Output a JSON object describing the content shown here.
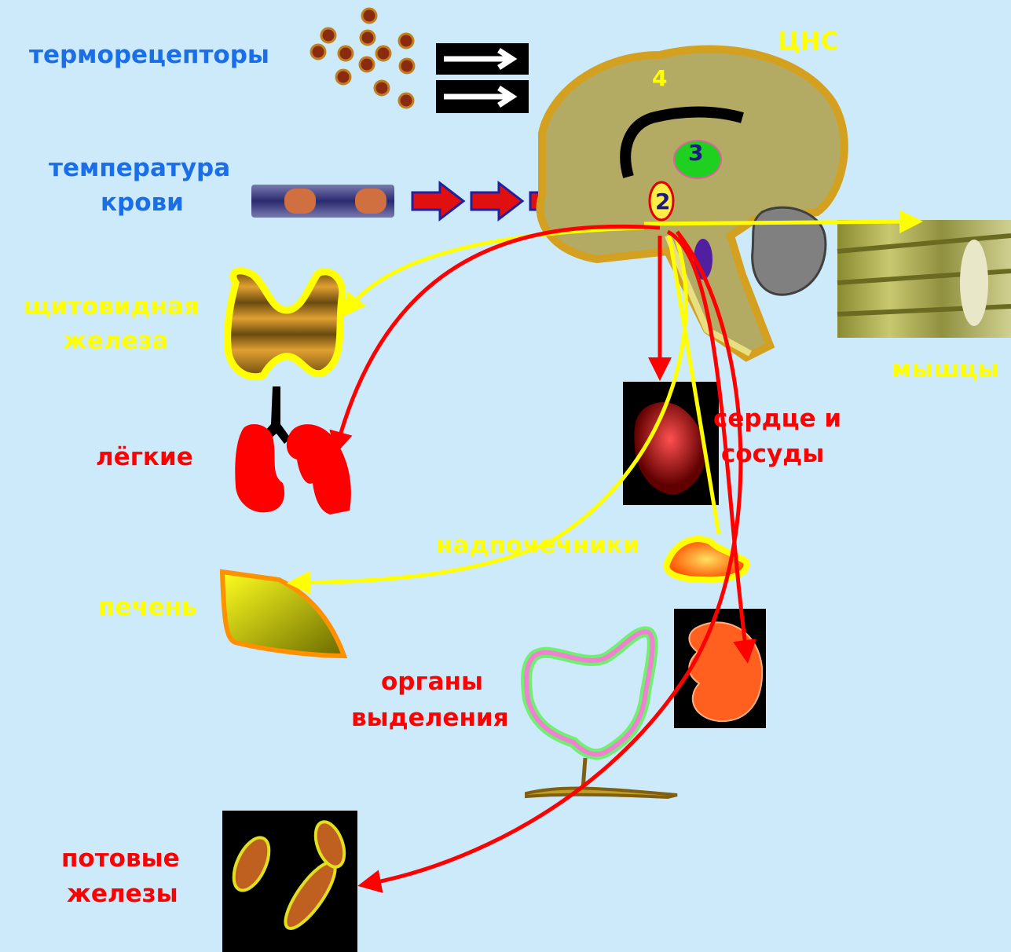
{
  "labels": {
    "thermoreceptors": "терморецепторы",
    "blood_temp_line1": "температура",
    "blood_temp_line2": "крови",
    "cns": "ЦНС",
    "thyroid_line1": "щитовидная",
    "thyroid_line2": "железа",
    "lungs": "лёгкие",
    "muscles": "мышцы",
    "heart_line1": "сердце и",
    "heart_line2": "сосуды",
    "adrenals": "надпочечники",
    "liver": "печень",
    "excretory_line1": "органы",
    "excretory_line2": "выделения",
    "sweat_line1": "потовые",
    "sweat_line2": "железы"
  },
  "brain_markers": {
    "marker_2": "2",
    "marker_3": "3",
    "marker_4": "4"
  },
  "colors": {
    "background": "#cdeafa",
    "label_blue": "#1a6fe8",
    "label_yellow": "#ffff00",
    "label_red": "#ff0000",
    "arrow_red": "#ff0000",
    "arrow_yellow": "#ffff00",
    "brain_fill": "#b3ab63",
    "brain_outline": "#d4a020"
  }
}
